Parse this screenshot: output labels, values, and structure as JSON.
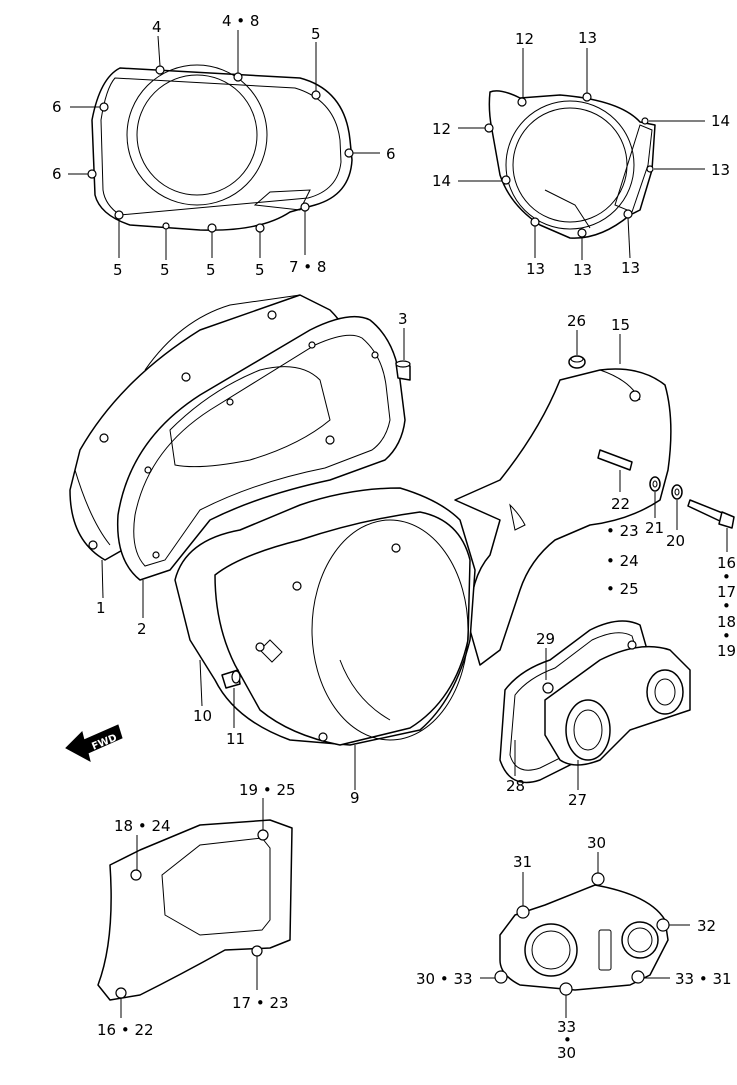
{
  "callouts": {
    "top_left": [
      "4",
      "4 • 8",
      "5",
      "6",
      "6",
      "6",
      "5",
      "5",
      "5",
      "5",
      "7 • 8"
    ],
    "top_right": [
      "12",
      "13",
      "12",
      "14",
      "14",
      "13",
      "13",
      "13",
      "13"
    ],
    "middle": [
      "3",
      "26",
      "15",
      "1",
      "2",
      "10",
      "11",
      "9",
      "22",
      "• 23",
      "• 24",
      "• 25",
      "21",
      "20",
      "16",
      "•",
      "17",
      "•",
      "18",
      "•",
      "19",
      "29",
      "28",
      "27"
    ],
    "bottom_left": [
      "19 • 25",
      "18 • 24",
      "17 • 23",
      "16 • 22"
    ],
    "bottom_right": [
      "30",
      "31",
      "32",
      "30 • 33",
      "33 • 31",
      "33",
      "•",
      "30"
    ]
  },
  "direction_arrow": {
    "label": "FWD"
  }
}
